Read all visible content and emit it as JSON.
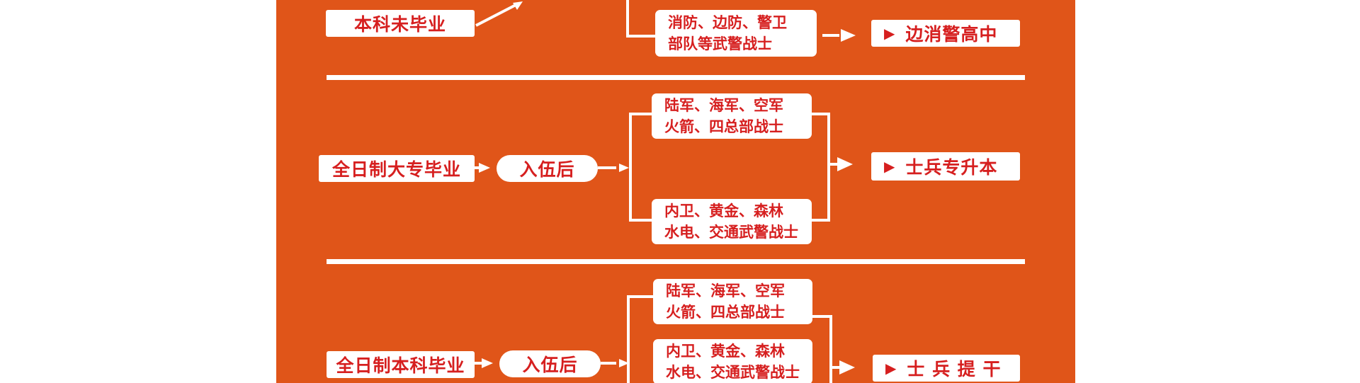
{
  "colors": {
    "background": "#e05519",
    "box": "#ffffff",
    "text": "#d61f1f",
    "lines": "#ffffff"
  },
  "section1": {
    "source": "本科未毕业",
    "branch_bottom": [
      "消防、边防、警卫",
      "部队等武警战士"
    ],
    "result_icon": "▶",
    "result": "边消警高中"
  },
  "section2": {
    "source": "全日制大专毕业",
    "step": "入伍后",
    "branch_top": [
      "陆军、海军、空军",
      "火箭、四总部战士"
    ],
    "branch_bottom": [
      "内卫、黄金、森林",
      "水电、交通武警战士"
    ],
    "result_icon": "▶",
    "result": "士兵专升本"
  },
  "section3": {
    "source": "全日制本科毕业",
    "step": "入伍后",
    "branch_top": [
      "陆军、海军、空军",
      "火箭、四总部战士"
    ],
    "branch_bottom": [
      "内卫、黄金、森林",
      "水电、交通武警战士"
    ],
    "result_icon": "▶",
    "result": "士 兵 提 干"
  }
}
